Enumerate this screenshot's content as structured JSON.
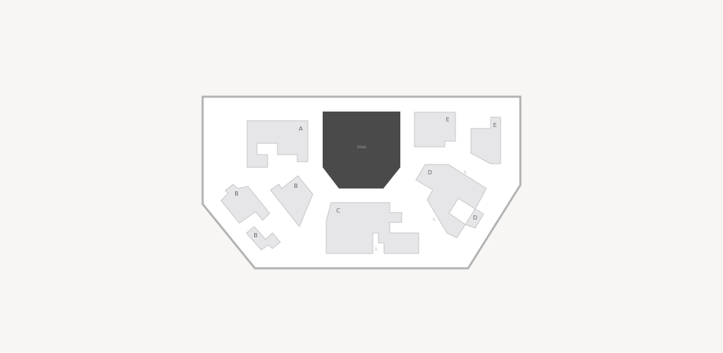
{
  "map": {
    "stage_label": "STAGE",
    "colors": {
      "background": "#f7f6f4",
      "venue_floor": "#ffffff",
      "venue_border": "#b3b3b3",
      "stage": "#4a4a4a",
      "section": "#e6e6e8"
    },
    "sections": [
      {
        "id": "A",
        "label": "A"
      },
      {
        "id": "B1",
        "label": "B"
      },
      {
        "id": "B2",
        "label": "B"
      },
      {
        "id": "B3",
        "label": "B"
      },
      {
        "id": "C",
        "label": "C"
      },
      {
        "id": "D1",
        "label": "D"
      },
      {
        "id": "D2",
        "label": "D"
      },
      {
        "id": "E1",
        "label": "E"
      },
      {
        "id": "E2",
        "label": "E"
      }
    ],
    "accessibility_icon": "wheelchair-icon",
    "accessibility_glyph": "♿"
  }
}
